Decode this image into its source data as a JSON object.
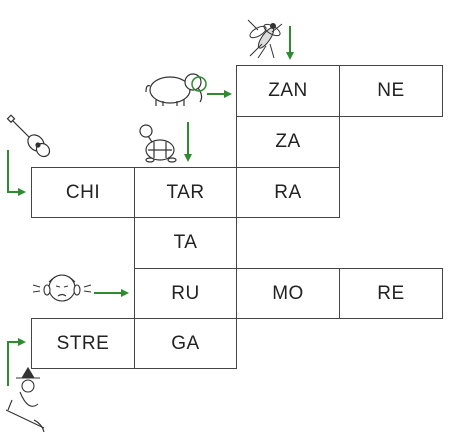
{
  "puzzle": {
    "cells": {
      "zan": "ZAN",
      "ne": "NE",
      "za": "ZA",
      "chi": "CHI",
      "tar": "TAR",
      "ra": "RA",
      "ta": "TA",
      "ru": "RU",
      "mo": "MO",
      "re": "RE",
      "stre": "STRE",
      "ga": "GA"
    }
  },
  "clue_icons": {
    "mosquito": "mosquito-icon",
    "elephant": "elephant-icon",
    "guitar": "guitar-icon",
    "turtle": "turtle-icon",
    "child_covering_ears": "noise-child-icon",
    "witch": "witch-icon"
  },
  "colors": {
    "arrow": "#2e8b2e",
    "grid_border": "#444444",
    "text": "#222222"
  }
}
